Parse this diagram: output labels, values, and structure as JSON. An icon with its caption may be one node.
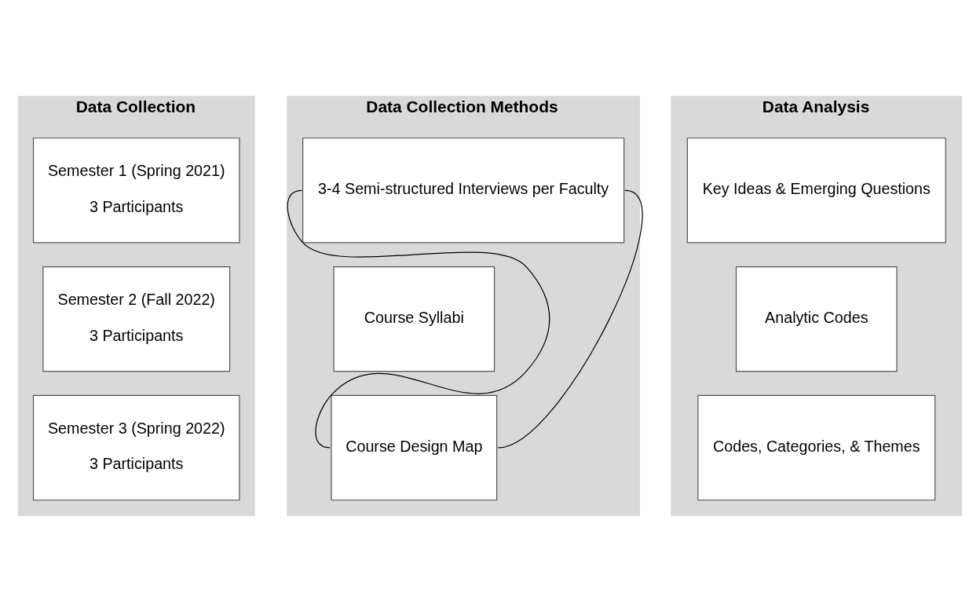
{
  "diagram": {
    "nodes": [
      {
        "text": [
          "Data Collection"
        ]
      },
      {
        "text": [
          "Semester 1 (Spring 2021)",
          "3 Participants"
        ],
        "in": 0
      },
      {
        "text": [
          "Semester 2 (Fall 2022)",
          "3 Participants"
        ],
        "in": 0
      },
      {
        "text": [
          "Semester 3 (Spring 2022)",
          "3 Participants"
        ],
        "in": 0
      },
      {
        "text": [
          "Data Collection Methods"
        ]
      },
      {
        "text": [
          "3-4 Semi-structured Interviews per Faculty"
        ],
        "in": 4
      },
      {
        "text": [
          "Course Syllabi"
        ],
        "in": 4
      },
      {
        "text": [
          "Course Design Map"
        ],
        "in": 4
      },
      {
        "text": [
          "Data Analysis"
        ]
      },
      {
        "text": [
          "Key Ideas & Emerging Questions"
        ],
        "in": 8
      },
      {
        "text": [
          "Analytic Codes"
        ],
        "in": 8
      },
      {
        "text": [
          "Codes, Categories, & Themes"
        ],
        "in": 8
      }
    ],
    "edges": [
      {
        "from": 5,
        "to": 7,
        "arrow": "none"
      },
      {
        "from": 5,
        "to": 7,
        "arrow": "none"
      }
    ]
  }
}
